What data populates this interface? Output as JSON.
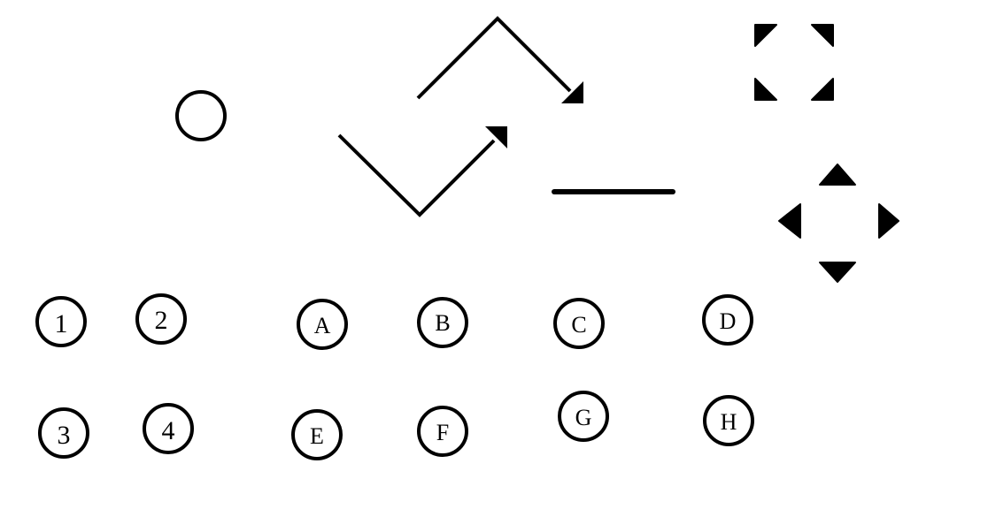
{
  "diagram": {
    "background_color": "#ffffff",
    "stroke_color": "#000000",
    "number_circles": [
      {
        "id": "n1",
        "label": "1"
      },
      {
        "id": "n2",
        "label": "2"
      },
      {
        "id": "n3",
        "label": "3"
      },
      {
        "id": "n4",
        "label": "4"
      }
    ],
    "letter_circles": [
      {
        "id": "a",
        "label": "A"
      },
      {
        "id": "b",
        "label": "B"
      },
      {
        "id": "c",
        "label": "C"
      },
      {
        "id": "d",
        "label": "D"
      },
      {
        "id": "e",
        "label": "E"
      },
      {
        "id": "f",
        "label": "F"
      },
      {
        "id": "g",
        "label": "G"
      },
      {
        "id": "h",
        "label": "H"
      }
    ],
    "icons": [
      "empty-circle-icon",
      "up-right-arrow-icon",
      "down-right-arrow-icon",
      "line-icon",
      "expand-corners-icon",
      "four-direction-arrows-icon"
    ]
  }
}
